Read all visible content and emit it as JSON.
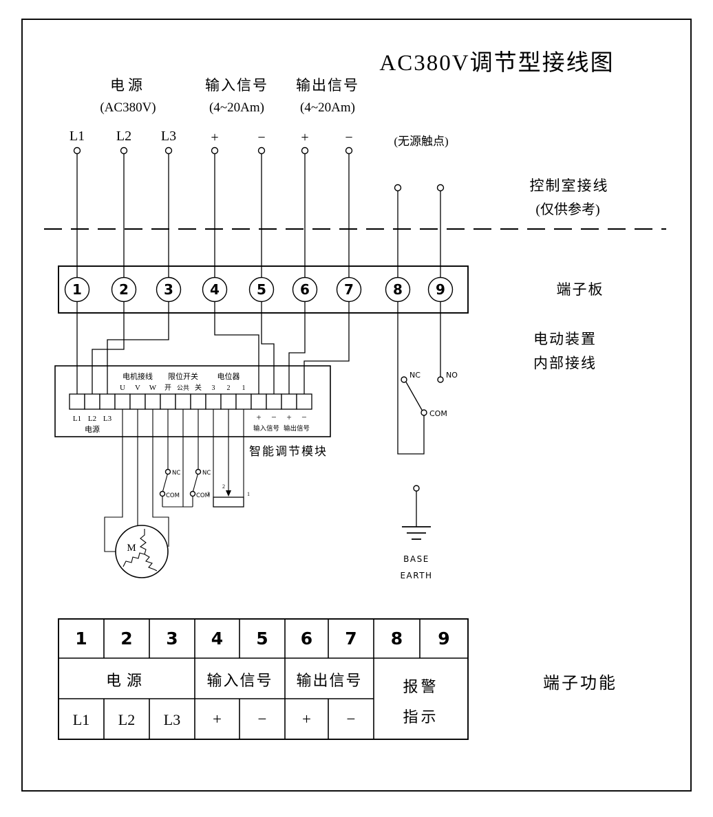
{
  "colors": {
    "ink": "#000000",
    "paper": "#ffffff"
  },
  "title": "AC380V调节型接线图",
  "header": {
    "power": "电源",
    "power_sub": "(AC380V)",
    "input": "输入信号",
    "input_sub": "(4~20Am)",
    "output": "输出信号",
    "output_sub": "(4~20Am)",
    "dry_contact": "(无源触点)"
  },
  "wires": [
    "L1",
    "L2",
    "L3",
    "+",
    "−",
    "+",
    "−"
  ],
  "annotations": {
    "control_room_1": "控制室接线",
    "control_room_2": "(仅供参考)",
    "terminal_board": "端子板",
    "device_1": "电动装置",
    "device_2": "内部接线",
    "module_name": "智能调节模块",
    "terminal_function": "端子功能"
  },
  "board_numbers": [
    "1",
    "2",
    "3",
    "4",
    "5",
    "6",
    "7",
    "8",
    "9"
  ],
  "module": {
    "motor_group": "电机接线",
    "motor_terms": [
      "U",
      "V",
      "W"
    ],
    "limit_group": "限位开关",
    "limit_terms": [
      "开",
      "公共",
      "关"
    ],
    "pot_group": "电位器",
    "pot_terms": [
      "3",
      "2",
      "1"
    ],
    "power_terms": [
      "L1",
      "L2",
      "L3"
    ],
    "power_label": "电源",
    "signal_terms": [
      "+",
      "−",
      "+",
      "−"
    ],
    "input_label": "输入信号",
    "output_label": "输出信号"
  },
  "limit_switch": {
    "nc": "NC",
    "com": "COM"
  },
  "pot_pins": [
    "3",
    "2",
    "1"
  ],
  "motor": "M",
  "alarm_contact": {
    "nc": "NC",
    "no": "NO",
    "com": "COM"
  },
  "earth": {
    "line1": "BASE",
    "line2": "EARTH"
  },
  "table": {
    "numbers": [
      "1",
      "2",
      "3",
      "4",
      "5",
      "6",
      "7",
      "8",
      "9"
    ],
    "power": "电源",
    "input": "输入信号",
    "output": "输出信号",
    "alarm_1": "报警",
    "alarm_2": "指示",
    "row3": [
      "L1",
      "L2",
      "L3",
      "+",
      "−",
      "+",
      "−"
    ]
  }
}
